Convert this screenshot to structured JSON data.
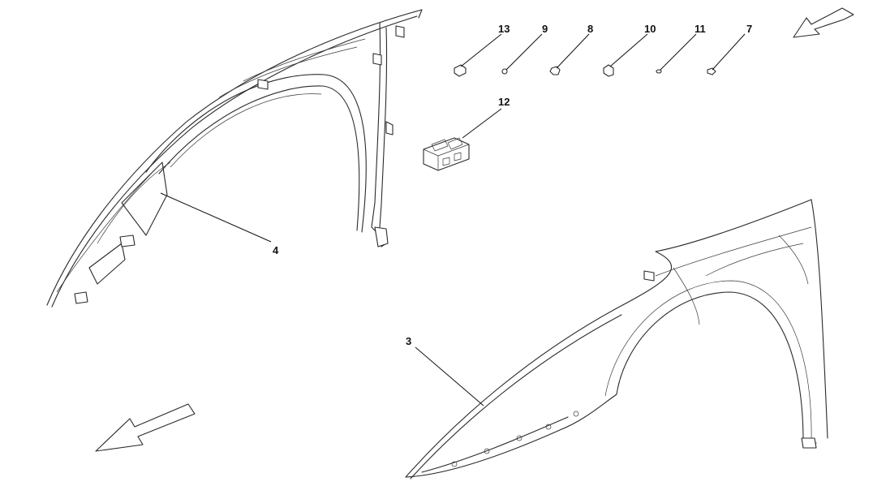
{
  "callouts": {
    "fender_left": "4",
    "fender_right": "3",
    "clip_bracket": "12",
    "fastener_13": "13",
    "fastener_9": "9",
    "fastener_8": "8",
    "fastener_10": "10",
    "fastener_11": "11",
    "fastener_7": "7"
  },
  "icons": {
    "direction_arrow_top_right": "arrow-down-left-icon",
    "direction_arrow_bottom_left": "arrow-down-left-icon"
  },
  "colors": {
    "line": "#2a2a2a",
    "background": "#ffffff"
  }
}
